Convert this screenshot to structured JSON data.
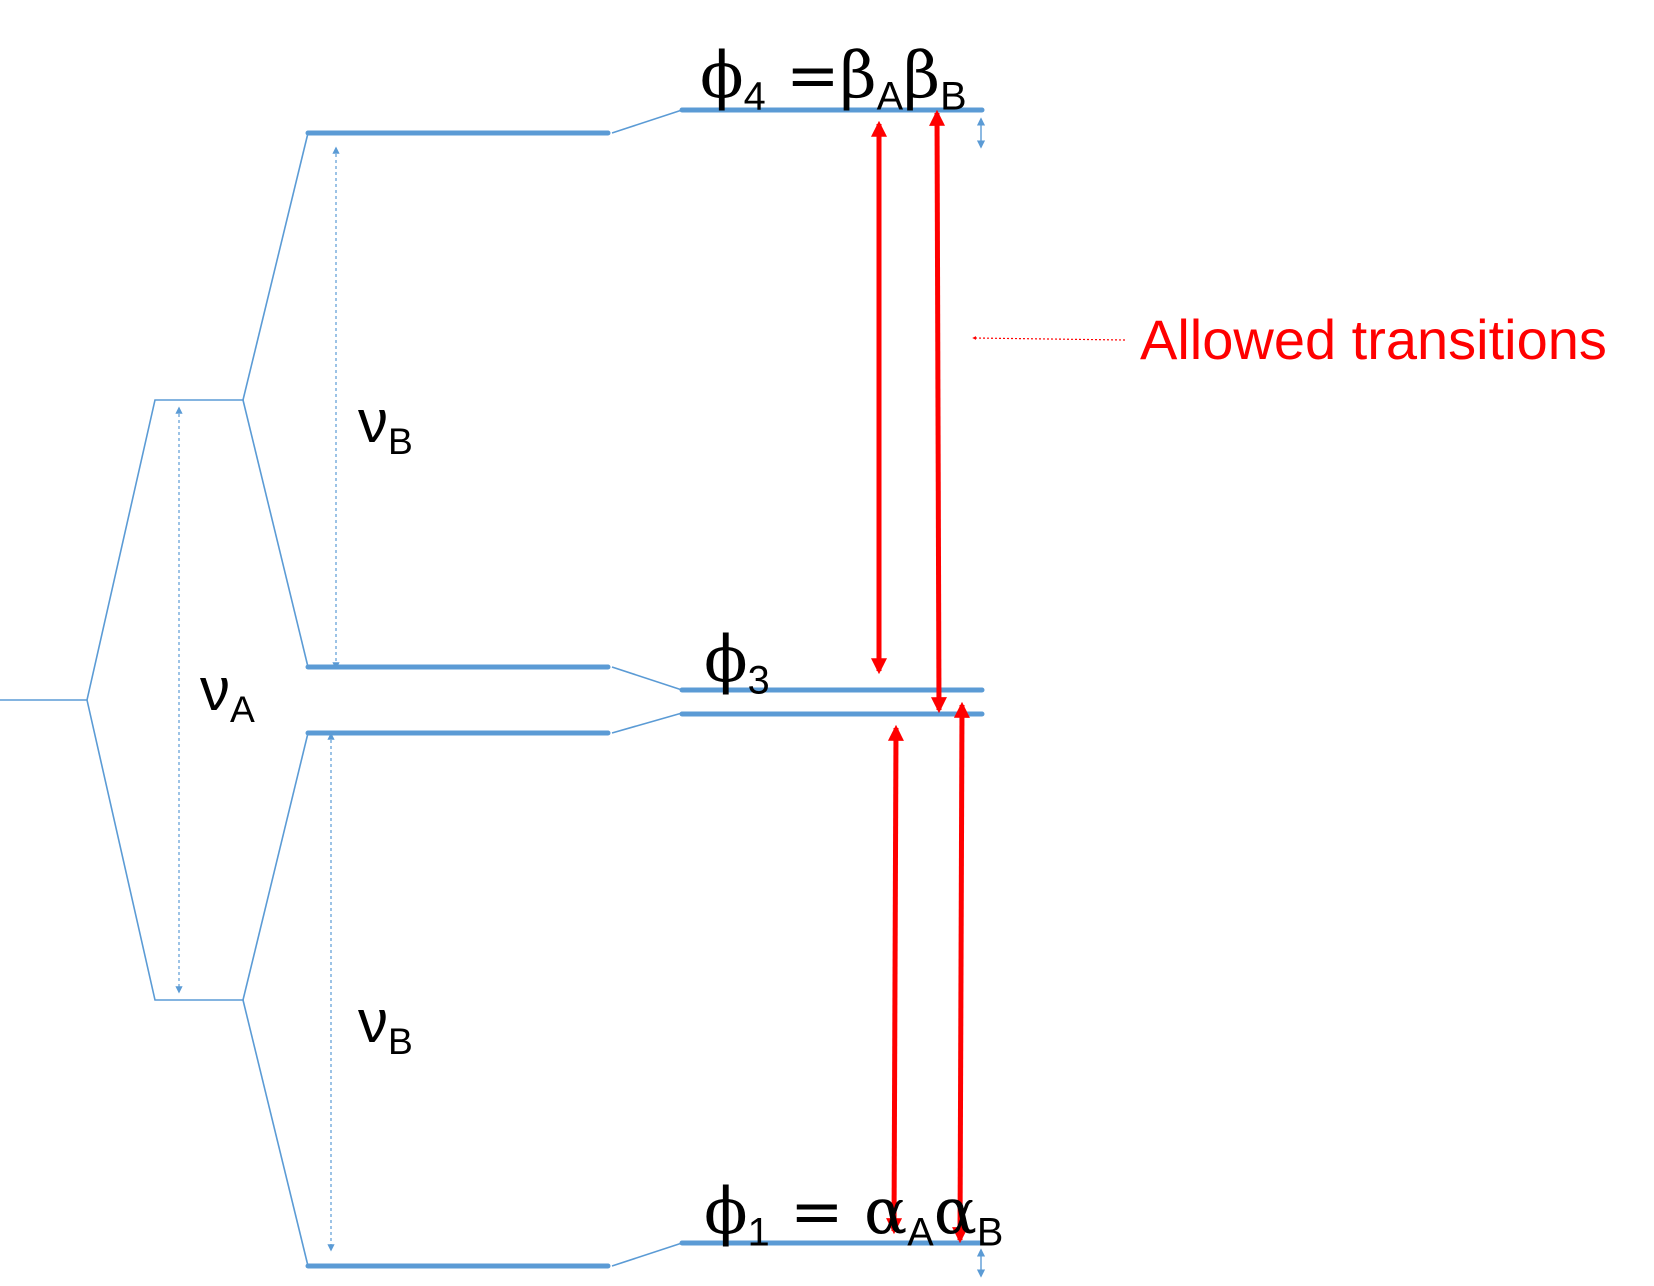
{
  "labels": {
    "phi4": {
      "sym": "ϕ",
      "sub": "4",
      "eq": "=",
      "a": "β",
      "a_sub": "A",
      "b": "β",
      "b_sub": "B"
    },
    "phi3": {
      "sym": "ϕ",
      "sub": "3"
    },
    "phi1": {
      "sym": "ϕ",
      "sub": "1",
      "eq": "=",
      "a": "α",
      "a_sub": "A",
      "b": "α",
      "b_sub": "B"
    },
    "nu_a": {
      "sym": "ν",
      "sub": "A"
    },
    "nu_b_upper": {
      "sym": "ν",
      "sub": "B"
    },
    "nu_b_lower": {
      "sym": "ν",
      "sub": "B"
    }
  },
  "annotation": "Allowed transitions",
  "colors": {
    "levels": "#5b9bd5",
    "transitions": "#ff0000",
    "text": "#000000"
  }
}
